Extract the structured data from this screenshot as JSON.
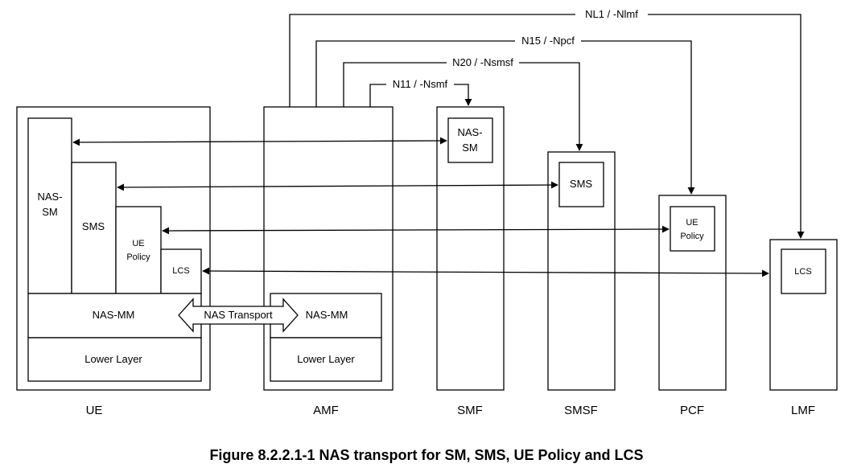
{
  "nodes": {
    "ue": "UE",
    "amf": "AMF",
    "smf": "SMF",
    "smsf": "SMSF",
    "pcf": "PCF",
    "lmf": "LMF"
  },
  "ue_stack": {
    "nas_sm_line1": "NAS-",
    "nas_sm_line2": "SM",
    "sms": "SMS",
    "ue_policy_line1": "UE",
    "ue_policy_line2": "Policy",
    "lcs": "LCS",
    "nas_mm": "NAS-MM",
    "lower_layer": "Lower Layer"
  },
  "amf_stack": {
    "nas_mm": "NAS-MM",
    "lower_layer": "Lower Layer"
  },
  "smf_inner": {
    "line1": "NAS-",
    "line2": "SM"
  },
  "smsf_inner": "SMS",
  "pcf_inner": {
    "line1": "UE",
    "line2": "Policy"
  },
  "lmf_inner": "LCS",
  "transport_label": "NAS Transport",
  "interfaces": {
    "n1": "NL1 / -Nlmf",
    "n15": "N15 / -Npcf",
    "n20": "N20 / -Nsmsf",
    "n11": "N11 / -Nsmf"
  },
  "caption": "Figure 8.2.2.1-1 NAS transport for SM, SMS, UE Policy and LCS"
}
